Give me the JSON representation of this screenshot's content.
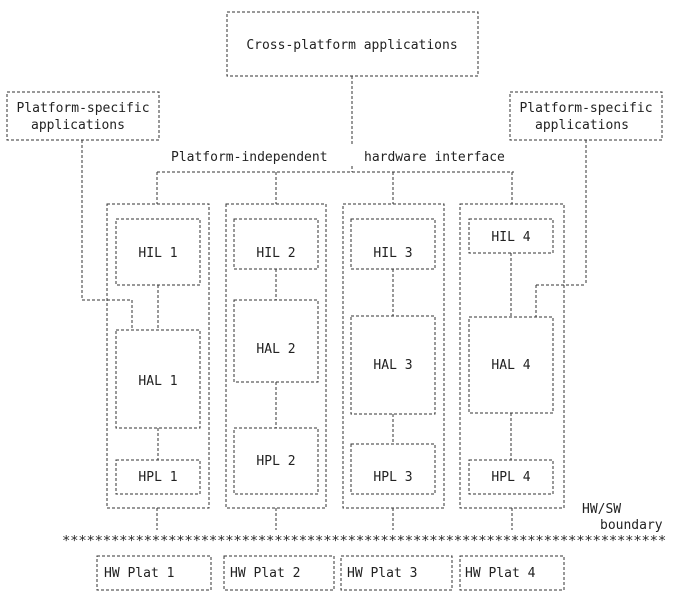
{
  "cross_platform": "Cross-platform applications",
  "platform_specific_left": [
    "Platform-specific",
    "applications"
  ],
  "platform_specific_right": [
    "Platform-specific",
    "applications"
  ],
  "interface_left": "Platform-independent",
  "interface_right": "hardware interface",
  "columns": [
    {
      "hil": "HIL 1",
      "hal": "HAL 1",
      "hpl": "HPL 1",
      "hw": "HW Plat 1"
    },
    {
      "hil": "HIL 2",
      "hal": "HAL 2",
      "hpl": "HPL 2",
      "hw": "HW Plat 2"
    },
    {
      "hil": "HIL 3",
      "hal": "HAL 3",
      "hpl": "HPL 3",
      "hw": "HW Plat 3"
    },
    {
      "hil": "HIL 4",
      "hal": "HAL 4",
      "hpl": "HPL 4",
      "hw": "HW Plat 4"
    }
  ],
  "boundary_label": [
    "HW/SW",
    "boundary"
  ],
  "boundary_line": "**************************************************************************"
}
